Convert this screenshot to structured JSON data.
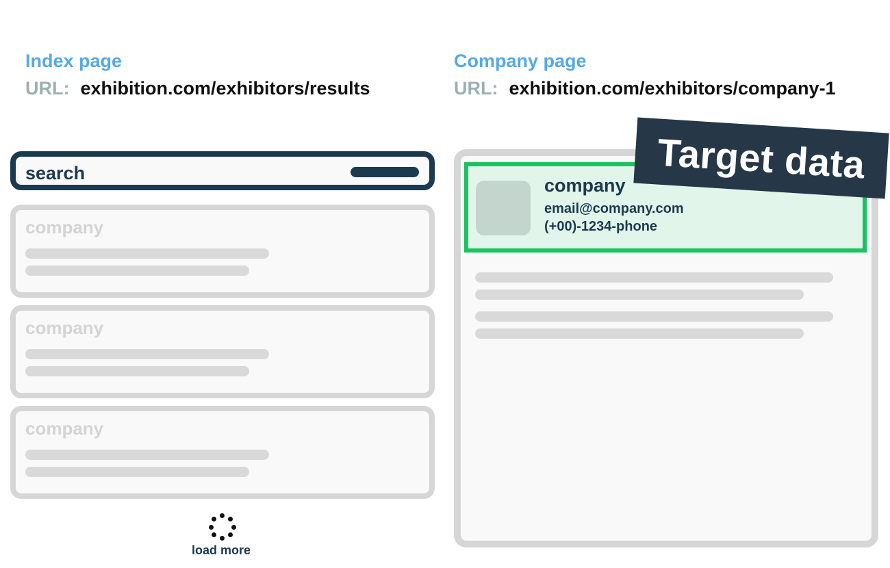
{
  "index_page": {
    "title": "Index page",
    "url_label": "URL:",
    "url": "exhibition.com/exhibitors/results",
    "search_label": "search",
    "results": [
      {
        "name": "company"
      },
      {
        "name": "company"
      },
      {
        "name": "company"
      }
    ],
    "load_more_label": "load more"
  },
  "company_page": {
    "title": "Company page",
    "url_label": "URL:",
    "url": "exhibition.com/exhibitors/company-1",
    "company_name": "company",
    "email": "email@company.com",
    "phone": "(+00)-1234-phone",
    "target_label": "Target data"
  },
  "colors": {
    "title_blue": "#55a9e4",
    "url_label_gray": "#9ab1b0",
    "navy": "#1b3a4f",
    "target_green": "#17c45f",
    "target_fill": "#e2f5ea",
    "tag_dark": "#263847",
    "skeleton_gray": "#d9d9d9"
  }
}
